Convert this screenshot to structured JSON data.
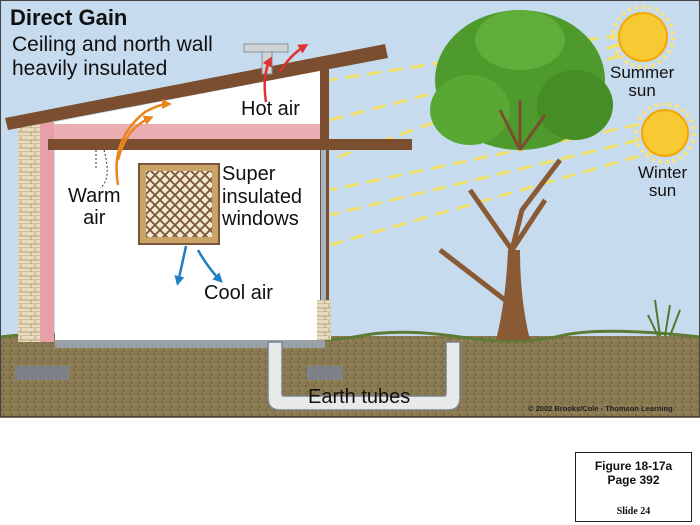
{
  "diagram": {
    "title": "Direct Gain",
    "subtitle": "Ceiling and north wall\nheavily insulated",
    "labels": {
      "hot_air": "Hot air",
      "warm_air": "Warm\nair",
      "windows": "Super\ninsulated\nwindows",
      "cool_air": "Cool air",
      "summer_sun": "Summer\nsun",
      "winter_sun": "Winter\nsun",
      "earth_tubes": "Earth tubes"
    },
    "copyright": "© 2002 Brooks/Cole - Thomson Learning",
    "colors": {
      "sky": "#c6dcee",
      "ground": "#8a7a52",
      "roof": "#7a4e2e",
      "insulation": "#e6a0a6",
      "hot_arrow": "#e03131",
      "warm_arrow": "#e8861f",
      "cool_arrow": "#1f7fc2",
      "sun": "#f7c933",
      "sun_rays": "#f1e06a",
      "foliage": "#4e9a2c",
      "trunk": "#8a5a35"
    }
  },
  "caption": {
    "figure": "Figure 18-17a",
    "page": "Page 392",
    "slide": "Slide 24"
  }
}
